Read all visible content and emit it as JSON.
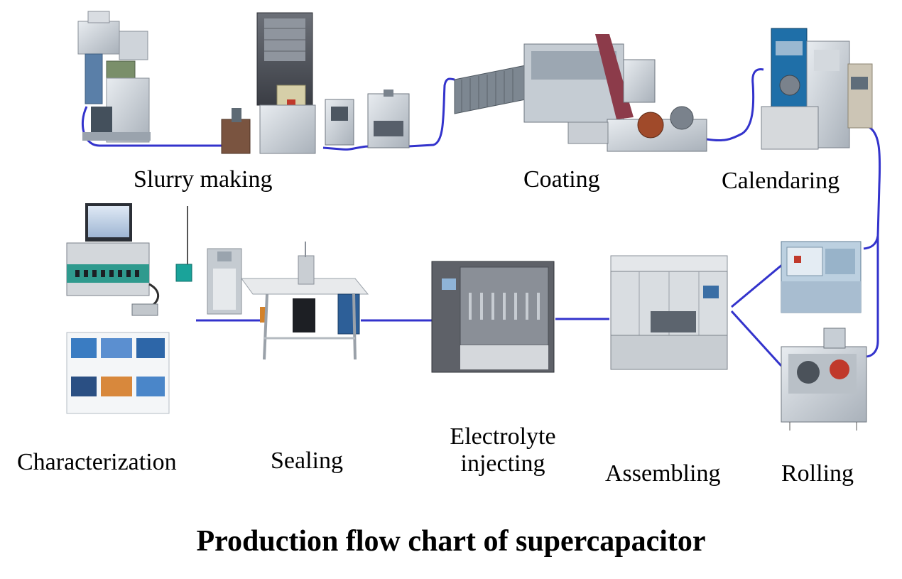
{
  "title": "Production flow chart of supercapacitor",
  "connector_color": "#3333cc",
  "steps": {
    "slurry_making": "Slurry making",
    "coating": "Coating",
    "calendaring": "Calendaring",
    "rolling": "Rolling",
    "assembling": "Assembling",
    "electrolyte_injecting_line1": "Electrolyte",
    "electrolyte_injecting_line2": "injecting",
    "sealing": "Sealing",
    "characterization": "Characterization"
  },
  "icons": {
    "mixer": "planetary-mixer-machine",
    "slurry_line": "slurry-processing-machines",
    "coater": "coating-machine",
    "calender": "calendaring-machine",
    "roller_a": "rolling-machine",
    "roller_b": "winding-machine",
    "assembler": "assembling-machine",
    "injector": "electrolyte-injecting-machine",
    "sealer": "sealing-machine",
    "pouch": "pouch-cell",
    "tester": "electrochemical-workstation",
    "monitor": "test-software-screen"
  }
}
